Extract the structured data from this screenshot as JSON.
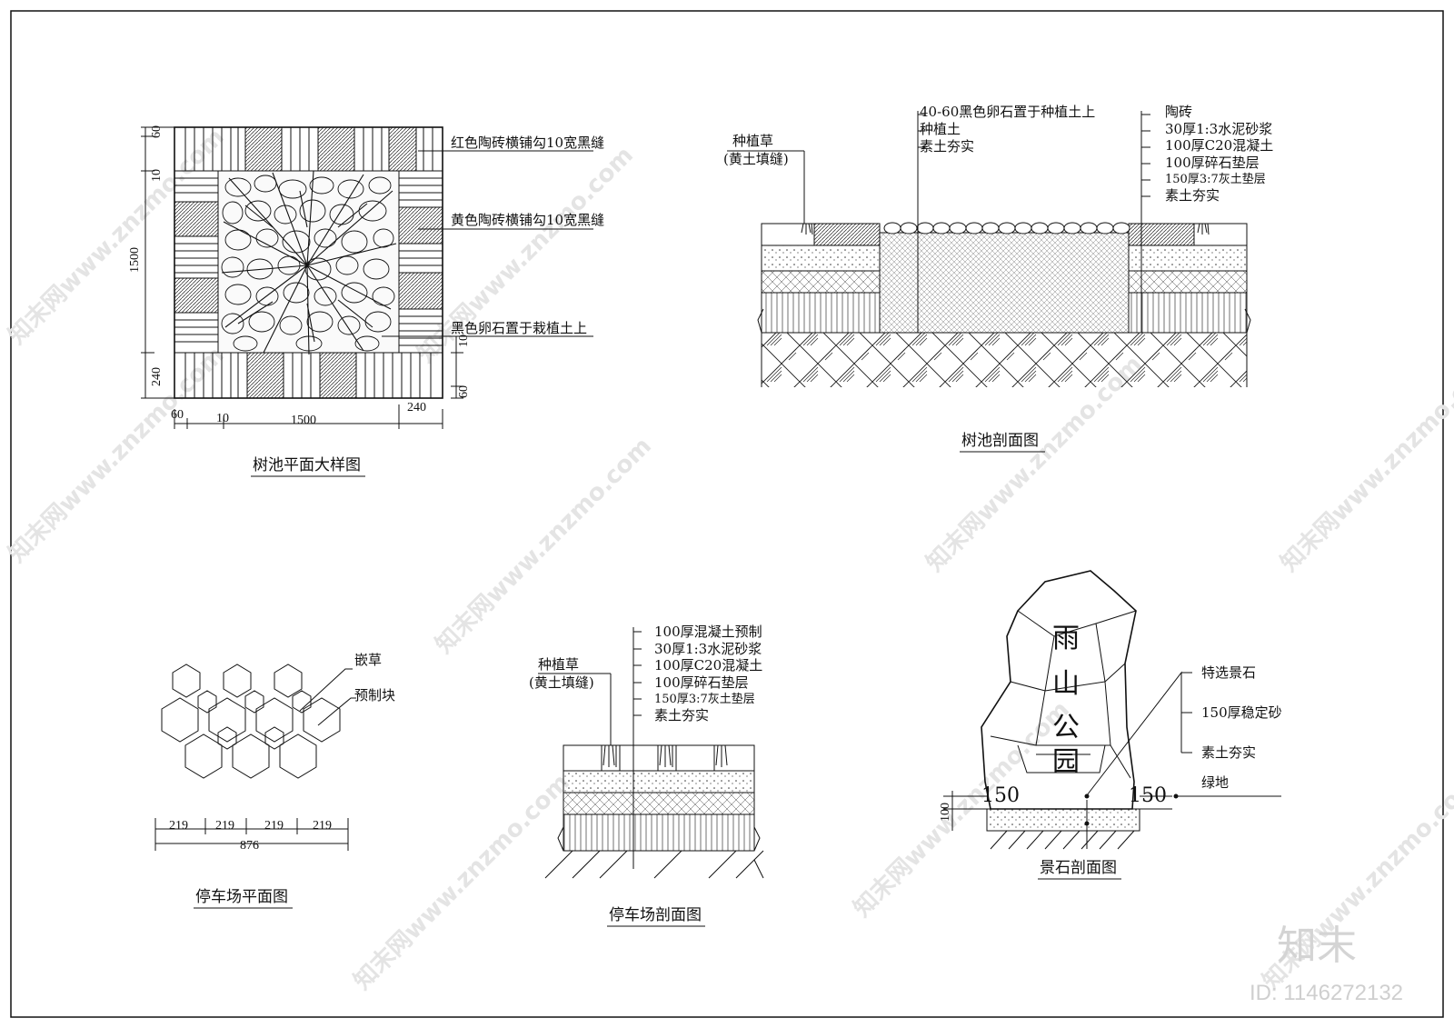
{
  "watermark": {
    "text": "知末网www.znzmo.com",
    "logo": "知末",
    "id": "ID: 1146272132"
  },
  "tree_pit_plan": {
    "title": "树池平面大样图",
    "labels": {
      "red_tile": "红色陶砖横铺勾10宽黑缝",
      "yellow_tile": "黄色陶砖横铺勾10宽黑缝",
      "pebble": "黑色卵石置于栽植土上"
    },
    "dims": {
      "left_top": "60",
      "left_mid": "10",
      "left_total": "1500",
      "left_bottom": "240",
      "bottom_60": "60",
      "bottom_10": "10",
      "bottom_total": "1500",
      "bottom_240": "240",
      "right_10": "10",
      "right_60": "60"
    }
  },
  "tree_pit_section": {
    "title": "树池剖面图",
    "left_label": {
      "line1": "种植草",
      "line2": "(黄土填缝)"
    },
    "center_labels": [
      "40-60黑色卵石置于种植土上",
      "种植土",
      "素土夯实"
    ],
    "right_labels": [
      "陶砖",
      "30厚1:3水泥砂浆",
      "100厚C20混凝土",
      "100厚碎石垫层",
      "150厚3:7灰土垫层",
      "素土夯实"
    ]
  },
  "parking_plan": {
    "title": "停车场平面图",
    "labels": {
      "grass": "嵌草",
      "block": "预制块"
    },
    "dims": [
      "219",
      "219",
      "219",
      "219"
    ],
    "total": "876"
  },
  "parking_section": {
    "title": "停车场剖面图",
    "left_label": {
      "line1": "种植草",
      "line2": "(黄土填缝)"
    },
    "labels": [
      "100厚混凝土预制",
      "30厚1:3水泥砂浆",
      "100厚C20混凝土",
      "100厚碎石垫层",
      "150厚3:7灰土垫层",
      "素土夯实"
    ]
  },
  "rock_section": {
    "title": "景石剖面图",
    "stone_text": [
      "雨",
      "山",
      "公",
      "园"
    ],
    "labels": [
      "特选景石",
      "150厚稳定砂",
      "素土夯实"
    ],
    "green_label": "绿地",
    "dims": {
      "left": "150",
      "right": "150",
      "height": "100"
    }
  }
}
